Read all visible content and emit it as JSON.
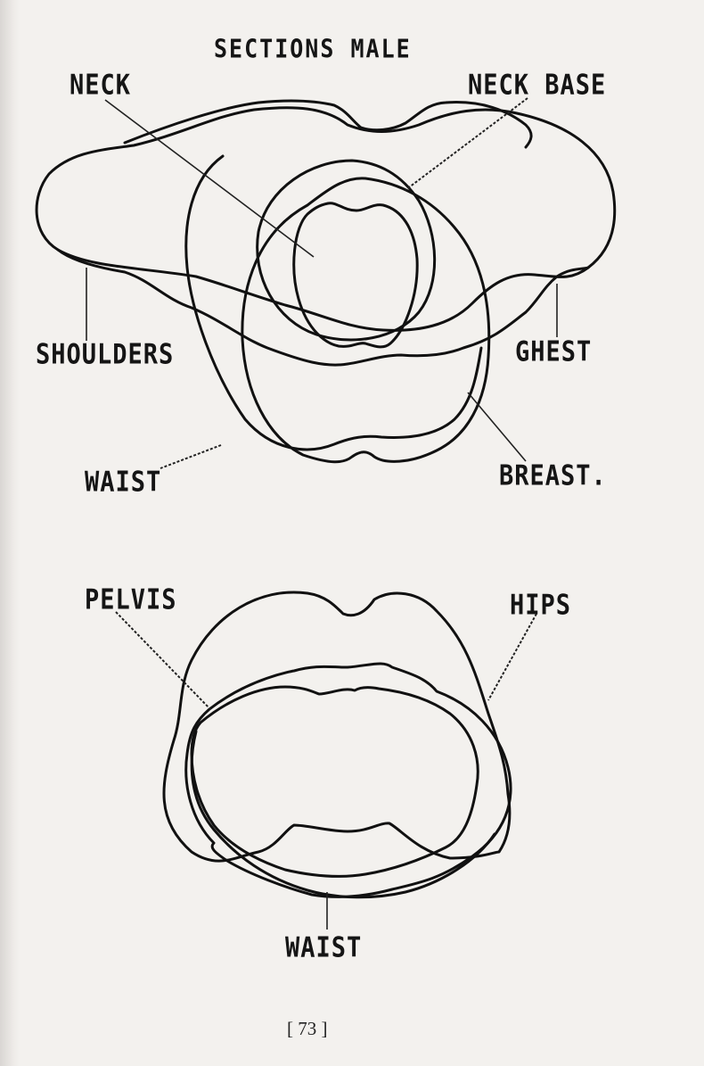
{
  "figure": {
    "title": "SECTIONS MALE",
    "upper_section": {
      "labels": {
        "neck": "NECK",
        "neck_base": "NECK BASE",
        "shoulders": "SHOULDERS",
        "chest": "GHEST",
        "waist": "WAIST",
        "breast": "BREAST."
      }
    },
    "lower_section": {
      "labels": {
        "pelvis": "PELVIS",
        "hips": "HIPS",
        "waist": "WAIST"
      }
    }
  },
  "page": {
    "number": "[ 73 ]"
  },
  "colors": {
    "paper": "#f3f1ee",
    "ink": "#111111"
  }
}
